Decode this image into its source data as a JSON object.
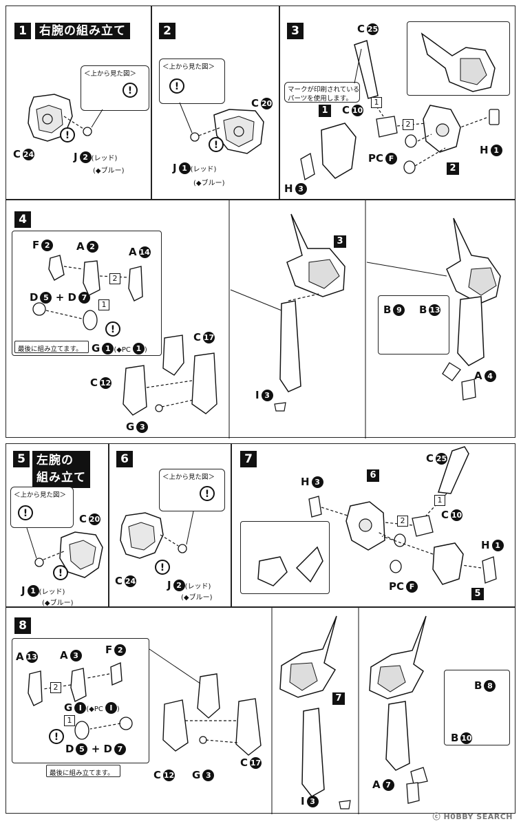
{
  "steps": {
    "s1": {
      "num": "1",
      "title": "右腕の組み立て"
    },
    "s2": {
      "num": "2"
    },
    "s3": {
      "num": "3"
    },
    "s4": {
      "num": "4"
    },
    "s5": {
      "num": "5",
      "title_line1": "左腕の",
      "title_line2": "組み立て"
    },
    "s6": {
      "num": "6"
    },
    "s7": {
      "num": "7"
    },
    "s8": {
      "num": "8"
    }
  },
  "notes": {
    "top_view": "＜上から見た図＞",
    "marked_part": "マークが印刷されている",
    "marked_part2": "パーツを使用します。",
    "assemble_last": "最後に組み立てます。",
    "red": "(レッド)",
    "blue": "(◆ブルー)",
    "pc_alt": "(◆PC",
    "pc_alt_end": ")",
    "plus": "+"
  },
  "parts": {
    "C": "C",
    "J": "J",
    "H": "H",
    "PC": "PC",
    "F": "F",
    "A": "A",
    "D": "D",
    "G": "G",
    "I": "I",
    "B": "B",
    "n1": "1",
    "n2": "2",
    "n3": "3",
    "n4": "4",
    "n5": "5",
    "n7": "7",
    "n8": "8",
    "n9": "9",
    "n10": "10",
    "n12": "12",
    "n13": "13",
    "n14": "14",
    "n17": "17",
    "n20": "20",
    "n24": "24",
    "n25": "25",
    "nI": "I"
  },
  "order": {
    "o1": "1",
    "o2": "2",
    "ref1": "1",
    "ref2": "2",
    "ref3": "3",
    "ref5": "5",
    "ref6": "6",
    "ref7": "7"
  },
  "warning": "!",
  "watermark": "ⓒ H0BBY SEARCH"
}
